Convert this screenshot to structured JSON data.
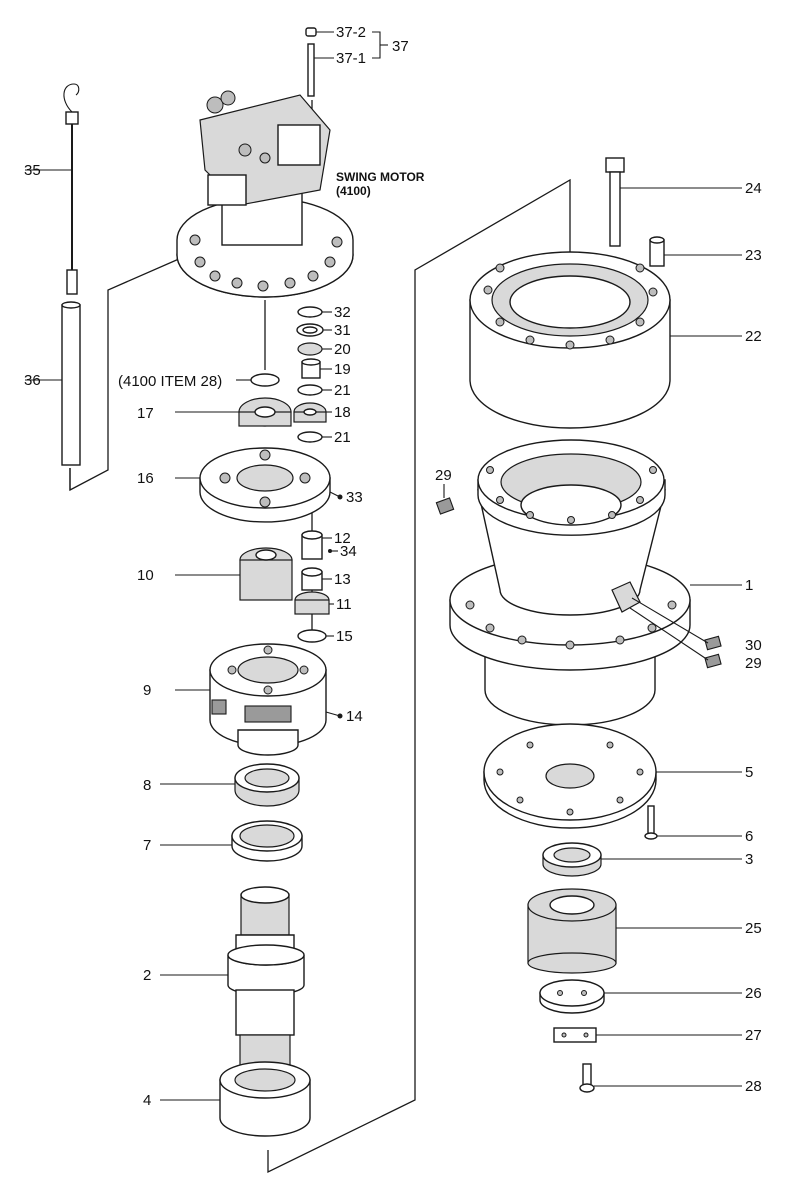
{
  "caption": {
    "motor_line1": "SWING MOTOR",
    "motor_line2": "(4100)",
    "ref_note": "(4100 ITEM 28)"
  },
  "labels": {
    "l37_2": "37-2",
    "l37_1": "37-1",
    "l37": "37",
    "l35": "35",
    "l36": "36",
    "l24": "24",
    "l23": "23",
    "l22": "22",
    "l32": "32",
    "l31": "31",
    "l20": "20",
    "l19": "19",
    "l21a": "21",
    "l17": "17",
    "l18": "18",
    "l21b": "21",
    "l16": "16",
    "l33": "33",
    "l29a": "29",
    "l12": "12",
    "l34": "34",
    "l10": "10",
    "l13": "13",
    "l11": "11",
    "l1": "1",
    "l15": "15",
    "l30": "30",
    "l29b": "29",
    "l9": "9",
    "l14": "14",
    "l5": "5",
    "l8": "8",
    "l6": "6",
    "l7": "7",
    "l3": "3",
    "l25": "25",
    "l2": "2",
    "l26": "26",
    "l27": "27",
    "l4": "4",
    "l28": "28"
  }
}
